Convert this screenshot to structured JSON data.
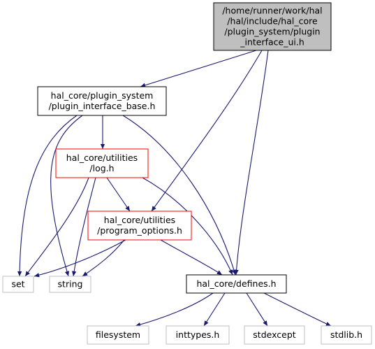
{
  "nodes": [
    {
      "id": "root",
      "lines": [
        "/home/runner/work/hal",
        "/hal/include/hal_core",
        "/plugin_system/plugin",
        "_interface_ui.h"
      ],
      "kind": "root"
    },
    {
      "id": "base",
      "lines": [
        "hal_core/plugin_system",
        "/plugin_interface_base.h"
      ],
      "kind": "normal"
    },
    {
      "id": "log",
      "lines": [
        "hal_core/utilities",
        "/log.h"
      ],
      "kind": "missing"
    },
    {
      "id": "progopts",
      "lines": [
        "hal_core/utilities",
        "/program_options.h"
      ],
      "kind": "missing"
    },
    {
      "id": "set",
      "lines": [
        "set"
      ],
      "kind": "external"
    },
    {
      "id": "string",
      "lines": [
        "string"
      ],
      "kind": "external"
    },
    {
      "id": "defines",
      "lines": [
        "hal_core/defines.h"
      ],
      "kind": "normal"
    },
    {
      "id": "filesystem",
      "lines": [
        "filesystem"
      ],
      "kind": "external"
    },
    {
      "id": "inttypes",
      "lines": [
        "inttypes.h"
      ],
      "kind": "external"
    },
    {
      "id": "stdexcept",
      "lines": [
        "stdexcept"
      ],
      "kind": "external"
    },
    {
      "id": "stdlib",
      "lines": [
        "stdlib.h"
      ],
      "kind": "external"
    }
  ],
  "edges": [
    {
      "from": "root",
      "to": "base"
    },
    {
      "from": "root",
      "to": "progopts"
    },
    {
      "from": "root",
      "to": "defines"
    },
    {
      "from": "base",
      "to": "log"
    },
    {
      "from": "base",
      "to": "set"
    },
    {
      "from": "base",
      "to": "string"
    },
    {
      "from": "base",
      "to": "defines"
    },
    {
      "from": "log",
      "to": "progopts"
    },
    {
      "from": "log",
      "to": "set"
    },
    {
      "from": "log",
      "to": "string"
    },
    {
      "from": "log",
      "to": "defines"
    },
    {
      "from": "progopts",
      "to": "set"
    },
    {
      "from": "progopts",
      "to": "string"
    },
    {
      "from": "progopts",
      "to": "defines"
    },
    {
      "from": "defines",
      "to": "filesystem"
    },
    {
      "from": "defines",
      "to": "inttypes"
    },
    {
      "from": "defines",
      "to": "stdexcept"
    },
    {
      "from": "defines",
      "to": "stdlib"
    }
  ],
  "colors": {
    "edge": "#191970",
    "root_fill": "#bfbfbf",
    "root_border": "#000000",
    "normal_border": "#000000",
    "missing_border": "#ff0000",
    "external_border": "#bfbfbf",
    "text": "#000000"
  }
}
